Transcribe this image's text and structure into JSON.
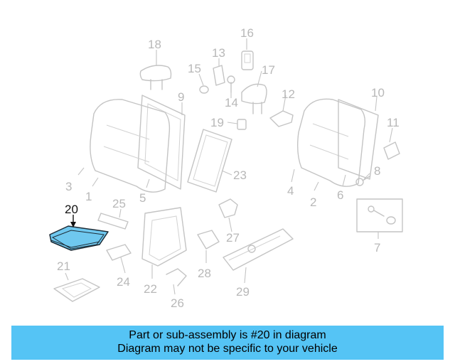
{
  "diagram": {
    "highlighted_part": "20",
    "callouts": [
      "1",
      "2",
      "3",
      "4",
      "5",
      "6",
      "7",
      "8",
      "9",
      "10",
      "11",
      "12",
      "13",
      "14",
      "15",
      "16",
      "17",
      "18",
      "19",
      "20",
      "21",
      "22",
      "23",
      "24",
      "25",
      "26",
      "27",
      "28",
      "29"
    ]
  },
  "banner": {
    "line1": "Part or sub-assembly is #20 in diagram",
    "line2": "Diagram may not be specific to your vehicle"
  },
  "colors": {
    "banner_bg": "#55c4f5",
    "highlight_fill": "#6fc8ef",
    "line_gray": "#c4c4c4"
  }
}
